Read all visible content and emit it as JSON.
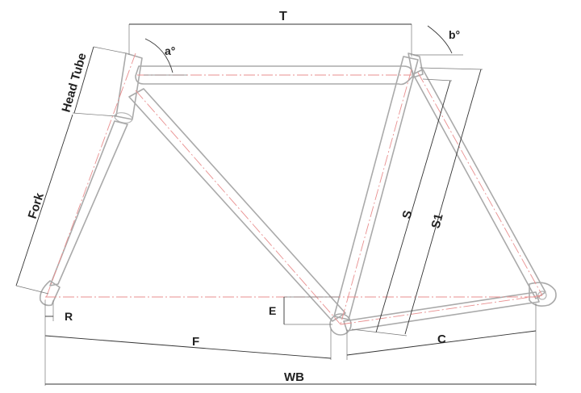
{
  "labels": {
    "top_tube": "T",
    "angle_a": "a°",
    "angle_b": "b°",
    "head_tube": "Head Tube",
    "fork": "Fork",
    "seat_tube_s": "S",
    "seat_tube_s1": "S1",
    "bb_drop": "E",
    "rake": "R",
    "front_center": "F",
    "chainstay": "C",
    "wheelbase": "WB"
  },
  "colors": {
    "tube_outline": "#aaaaaa",
    "center_line": "#e98f8f",
    "dimension_line": "#333333",
    "label_text": "#222222"
  }
}
